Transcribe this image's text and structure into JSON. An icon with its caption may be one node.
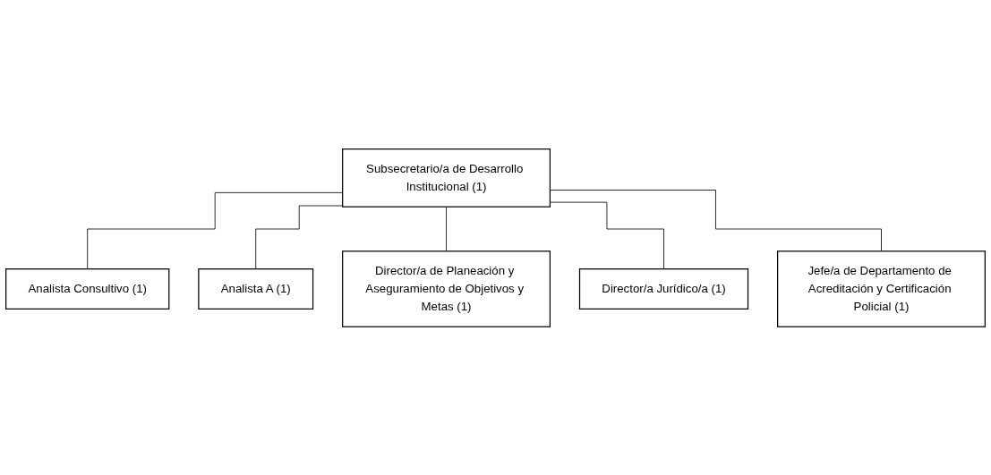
{
  "diagram": {
    "nodes": [
      {
        "text": [
          "Subsecretario/a de Desarrollo Institucional (1)"
        ]
      },
      {
        "text": [
          "Analista Consultivo (1)"
        ]
      },
      {
        "text": [
          "Analista A (1)"
        ]
      },
      {
        "text": [
          "Director/a de Planeación y Aseguramiento de Objetivos y Metas (1)"
        ]
      },
      {
        "text": [
          "Director/a Jurídico/a (1)"
        ]
      },
      {
        "text": [
          "Jefe/a de Departamento de Acreditación y Certificación Policial (1)"
        ]
      }
    ],
    "edges": [
      {
        "from": 0,
        "to": 1,
        "arrow": "none"
      },
      {
        "from": 0,
        "to": 2,
        "arrow": "none"
      },
      {
        "from": 0,
        "to": 3,
        "arrow": "none"
      },
      {
        "from": 0,
        "to": 4,
        "arrow": "none"
      },
      {
        "from": 0,
        "to": 5,
        "arrow": "none"
      }
    ]
  }
}
